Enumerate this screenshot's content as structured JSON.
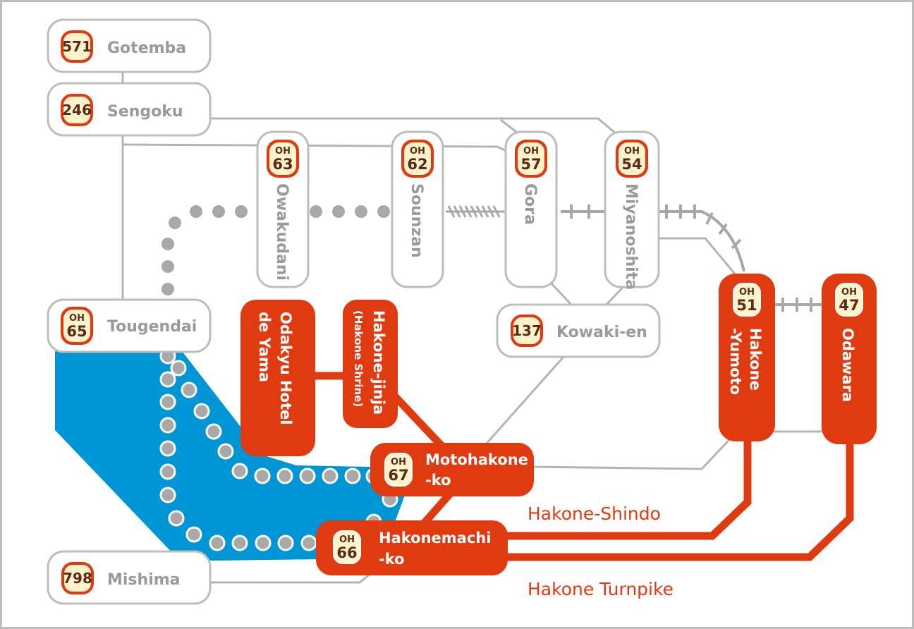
{
  "colors": {
    "orange": "#e03a10",
    "lake": "#0096d6",
    "grey_line": "#b4b4b4",
    "grey_text": "#9a9a9a",
    "badge_fill": "#fff3cc"
  },
  "stops": {
    "gotemba": {
      "code": "571",
      "name": "Gotemba"
    },
    "sengoku": {
      "code": "246",
      "name": "Sengoku"
    },
    "tougendai": {
      "prefix": "OH",
      "code": "65",
      "name": "Tougendai"
    },
    "mishima": {
      "code": "798",
      "name": "Mishima"
    },
    "owakudani": {
      "prefix": "OH",
      "code": "63",
      "name": "Owakudani"
    },
    "sounzan": {
      "prefix": "OH",
      "code": "62",
      "name": "Sounzan"
    },
    "gora": {
      "prefix": "OH",
      "code": "57",
      "name": "Gora"
    },
    "miyanoshita": {
      "prefix": "OH",
      "code": "54",
      "name": "Miyanoshita"
    },
    "kowakien": {
      "code": "137",
      "name": "Kowaki-en"
    },
    "hakone_yumoto": {
      "prefix": "OH",
      "code": "51",
      "name_line1": "Hakone",
      "name_line2": "-Yumoto"
    },
    "odawara": {
      "prefix": "OH",
      "code": "47",
      "name": "Odawara"
    },
    "motohakone": {
      "prefix": "OH",
      "code": "67",
      "name_line1": "Motohakone",
      "name_line2": "-ko"
    },
    "hakonemachi": {
      "prefix": "OH",
      "code": "66",
      "name_line1": "Hakonemachi",
      "name_line2": "-ko"
    },
    "odakyu_hotel": {
      "name_line1": "Odakyu Hotel",
      "name_line2": "de Yama"
    },
    "hakone_jinja": {
      "name_line1": "Hakone-jinja",
      "name_line2": "(Hakone Shrine)"
    }
  },
  "routes": {
    "shindo": "Hakone-Shindo",
    "turnpike": "Hakone Turnpike"
  }
}
